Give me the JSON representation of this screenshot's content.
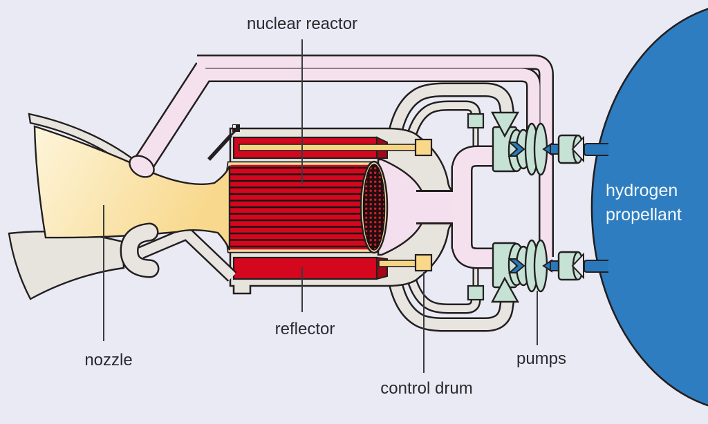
{
  "figure": {
    "type": "cutaway-diagram",
    "subject": "nuclear thermal rocket engine",
    "labels": {
      "nuclear_reactor": "nuclear reactor",
      "nozzle": "nozzle",
      "reflector": "reflector",
      "control_drum": "control drum",
      "pumps": "pumps",
      "hydrogen_propellant_line1": "hydrogen",
      "hydrogen_propellant_line2": "propellant"
    },
    "colors": {
      "background": "#eaeaf4",
      "outline": "#231f20",
      "tank_blue": "#2e7dc0",
      "shaft_blue": "#2a78bc",
      "pipe_pink": "#f5e1ee",
      "chamber_pink": "#f3dfee",
      "pipe_gray": "#e8e5e0",
      "casing_gray": "#e7e4de",
      "pump_teal": "#c5e2d4",
      "reactor_red": "#d5071e",
      "reactor_red_dark": "#a50617",
      "rod_yellow": "#f4d584",
      "drum_yellow": "#f9d88a",
      "core_trim_cream": "#f1dda4",
      "nozzle_cream_light": "#fdf5da",
      "nozzle_cream_deep": "#f8d88c",
      "label_text": "#2a2a2e",
      "tank_text": "#f2f8fd"
    }
  }
}
